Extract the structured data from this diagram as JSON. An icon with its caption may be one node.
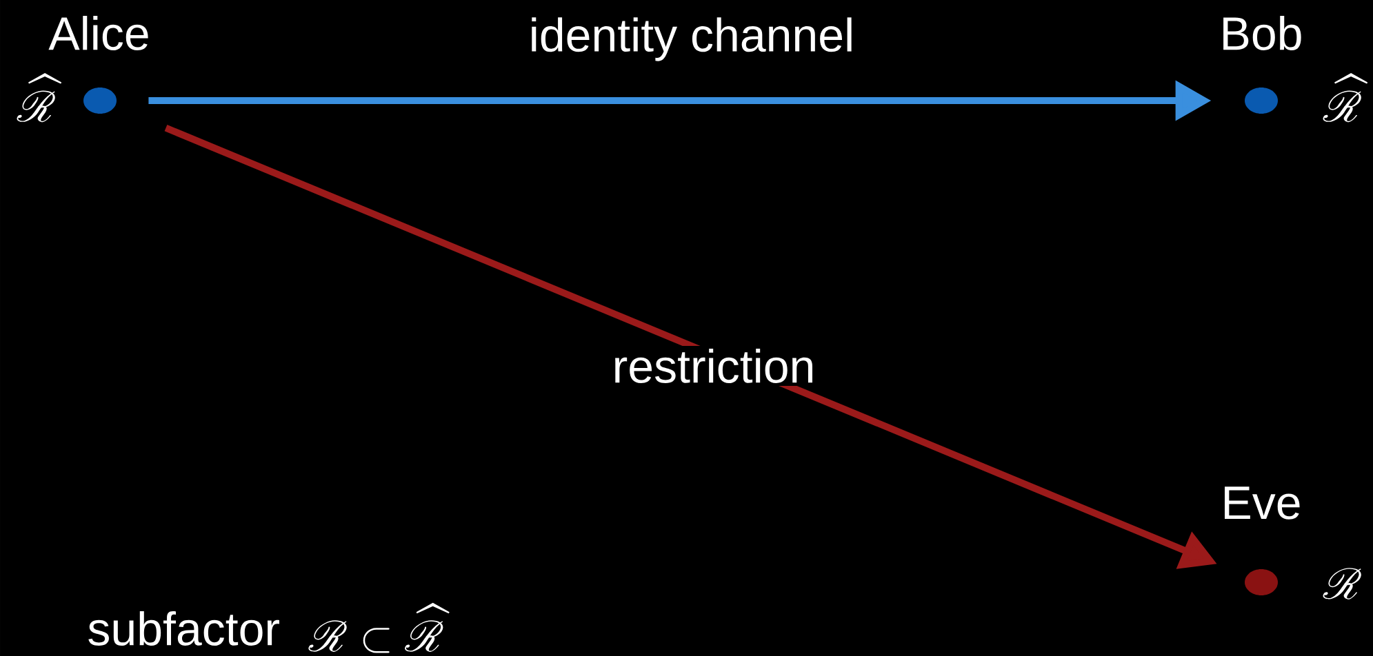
{
  "diagram": {
    "nodes": [
      {
        "text": [
          "Alice"
        ],
        "beside": [
          "\\widehat{\\mathscr{R}}"
        ]
      },
      {
        "text": [
          "Bob"
        ],
        "beside": [
          "\\widehat{\\mathscr{R}}"
        ]
      },
      {
        "text": [
          "Eve"
        ],
        "beside": [
          "\\mathscr{R}"
        ]
      }
    ],
    "edges": [
      {
        "from": 0,
        "to": 1,
        "arrow": "to",
        "label": "identity channel",
        "color": "#3a8fde"
      },
      {
        "from": 0,
        "to": 2,
        "arrow": "to",
        "label": "restriction",
        "color": "#9b1a1a"
      }
    ],
    "labels": [
      "subfactor",
      "\\mathscr{R} \\subset \\widehat{\\mathscr{R}}"
    ]
  }
}
